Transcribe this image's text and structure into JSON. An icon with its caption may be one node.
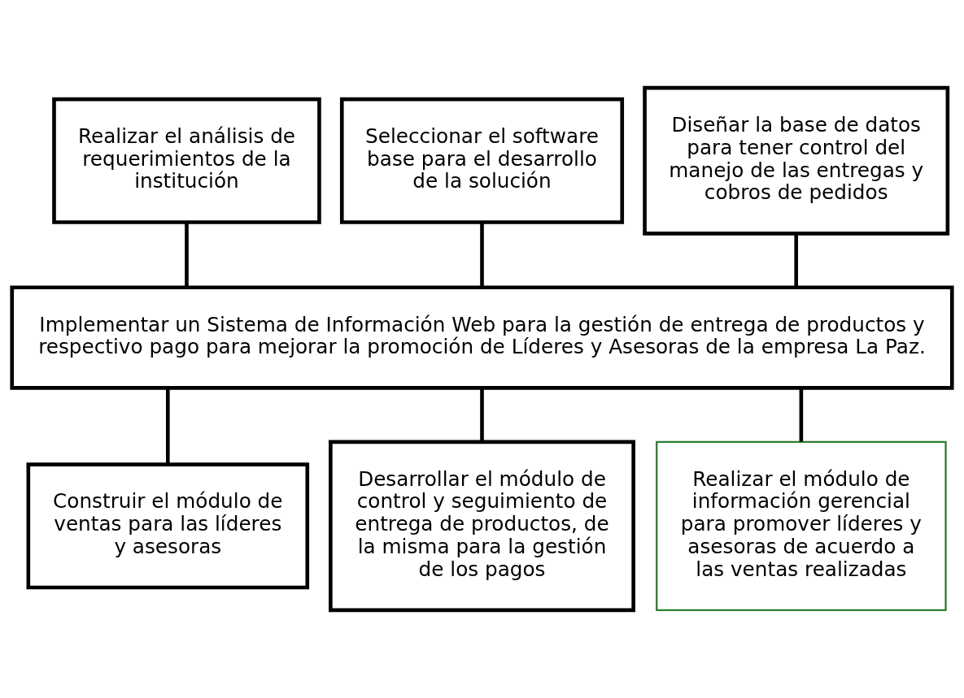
{
  "diagram": {
    "nodes": [
      {
        "text": [
          "Realizar el análisis de requerimientos de la institución"
        ]
      },
      {
        "text": [
          "Seleccionar el software base para el desarrollo de la solución"
        ]
      },
      {
        "text": [
          "Diseñar la base de datos para tener control del manejo de las entregas y cobros de pedidos"
        ]
      },
      {
        "text": [
          "Implementar un Sistema de Información Web para la gestión de entrega de productos y respectivo pago para mejorar la promoción de Líderes y Asesoras de la empresa La Paz."
        ]
      },
      {
        "text": [
          "Construir el módulo de ventas para las líderes y asesoras"
        ]
      },
      {
        "text": [
          "Desarrollar el módulo de control y seguimiento de entrega de productos, de la misma para la gestión de los pagos"
        ]
      },
      {
        "text": [
          "Realizar el módulo de información gerencial para promover líderes y asesoras de acuerdo a las ventas realizadas"
        ]
      }
    ],
    "edges": [
      {
        "from": 0,
        "to": 3,
        "arrow": "none"
      },
      {
        "from": 1,
        "to": 3,
        "arrow": "none"
      },
      {
        "from": 2,
        "to": 3,
        "arrow": "none"
      },
      {
        "from": 3,
        "to": 4,
        "arrow": "none"
      },
      {
        "from": 3,
        "to": 5,
        "arrow": "none"
      },
      {
        "from": 3,
        "to": 6,
        "arrow": "none"
      }
    ]
  }
}
